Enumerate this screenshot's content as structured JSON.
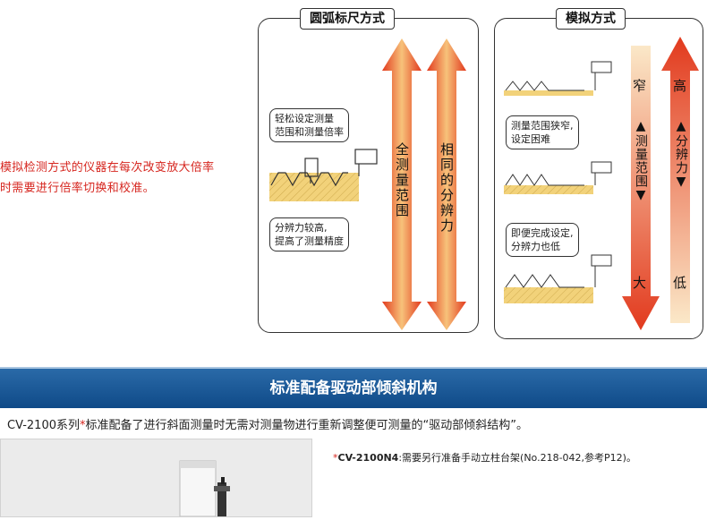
{
  "intro": {
    "lines": [
      "模拟检测方式的仪器在每次改变放大倍率",
      "时需要进行倍率切换和校准。"
    ]
  },
  "panel_arc": {
    "title": "圆弧标尺方式",
    "bubble_top": [
      "轻松设定测量",
      "范围和测量倍率"
    ],
    "bubble_bottom": [
      "分辨力较高,",
      "提高了测量精度"
    ],
    "arrow_left_label": "全测量范围",
    "arrow_right_label": "相同的分辨力"
  },
  "panel_analog": {
    "title": "模拟方式",
    "bubble_top": [
      "测量范围狭窄,",
      "设定困难"
    ],
    "bubble_bottom": [
      "即便完成设定,",
      "分辨力也低"
    ],
    "range_top": "窄",
    "range_mid": "▲测量范围▼",
    "range_bottom": "大",
    "res_top": "高",
    "res_mid": "▲分辨力▼",
    "res_bottom": "低"
  },
  "section": {
    "title": "标准配备驱动部倾斜机构",
    "desc_before": "CV-2100系列",
    "desc_star": "*",
    "desc_after": "标准配备了进行斜面测量时无需对测量物进行重新调整便可测量的“驱动部倾斜结构”。",
    "note_star": "*",
    "note_model": "CV-2100N4",
    "note_text": ":需要另行准备手动立柱台架(No.218-042,参考P12)。"
  },
  "colors": {
    "accent_red": "#d6261f",
    "arrow_red": "#e23a1e",
    "arrow_orange": "#f7b24a",
    "section_blue": "#1a5596",
    "workpiece_yellow": "#f2d27a"
  }
}
